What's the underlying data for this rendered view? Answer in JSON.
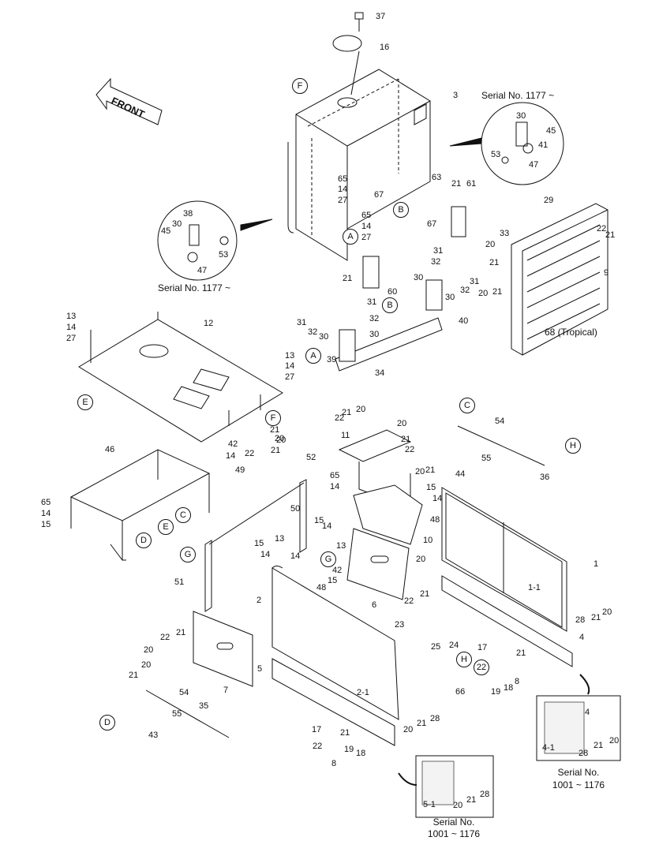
{
  "front_arrow": {
    "text": "FRONT"
  },
  "captions": {
    "serial_1177_right": "Serial No. 1177 ~",
    "serial_1177_left": "Serial No. 1177 ~",
    "tropical": "68 (Tropical)",
    "serial_1001_right_l1": "Serial No.",
    "serial_1001_right_l2": "1001 ~ 1176",
    "serial_1001_bottom_l1": "Serial No.",
    "serial_1001_bottom_l2": "1001 ~ 1176"
  },
  "circled": {
    "F_top": "F",
    "B_top": "B",
    "A_top": "A",
    "B_mid": "B",
    "A_mid": "A",
    "E_left": "E",
    "F_mid": "F",
    "C_mid": "C",
    "H_right": "H",
    "E_mid": "E",
    "C_left": "C",
    "D_left": "D",
    "G_left": "G",
    "G_mid": "G",
    "H_low": "H",
    "D_bottom": "D",
    "n22": "22"
  },
  "labels": [
    "37",
    "16",
    "3",
    "30",
    "45",
    "41",
    "53",
    "47",
    "63",
    "21",
    "61",
    "65",
    "14",
    "27",
    "67",
    "65",
    "14",
    "27",
    "67",
    "38",
    "30",
    "45",
    "53",
    "47",
    "29",
    "22",
    "21",
    "33",
    "20",
    "9",
    "21",
    "20",
    "21",
    "31",
    "32",
    "30",
    "31",
    "32",
    "30",
    "21",
    "60",
    "31",
    "32",
    "30",
    "40",
    "68x",
    "13",
    "14",
    "27",
    "12",
    "31",
    "32",
    "30",
    "39",
    "34",
    "13",
    "14",
    "27",
    "21",
    "20",
    "22",
    "21",
    "20",
    "20",
    "21",
    "22",
    "11",
    "52",
    "65",
    "14",
    "42",
    "14",
    "21",
    "20",
    "22",
    "49",
    "46",
    "65",
    "14",
    "15",
    "50",
    "15",
    "14",
    "13",
    "15",
    "14",
    "13",
    "14",
    "42",
    "15",
    "48",
    "51",
    "2",
    "10",
    "6",
    "20",
    "21",
    "22",
    "1",
    "1-1",
    "28",
    "21",
    "20",
    "54",
    "55",
    "44",
    "36",
    "20",
    "21",
    "15",
    "14",
    "48",
    "4",
    "23",
    "25",
    "24",
    "17",
    "21",
    "8",
    "19",
    "18",
    "66",
    "20",
    "22",
    "21",
    "7",
    "5",
    "2-1",
    "20",
    "21",
    "28",
    "17",
    "21",
    "22",
    "19",
    "18",
    "8",
    "21",
    "20",
    "54",
    "55",
    "43",
    "35",
    "4",
    "4-1",
    "28",
    "21",
    "20",
    "5-1",
    "20",
    "21",
    "28"
  ]
}
